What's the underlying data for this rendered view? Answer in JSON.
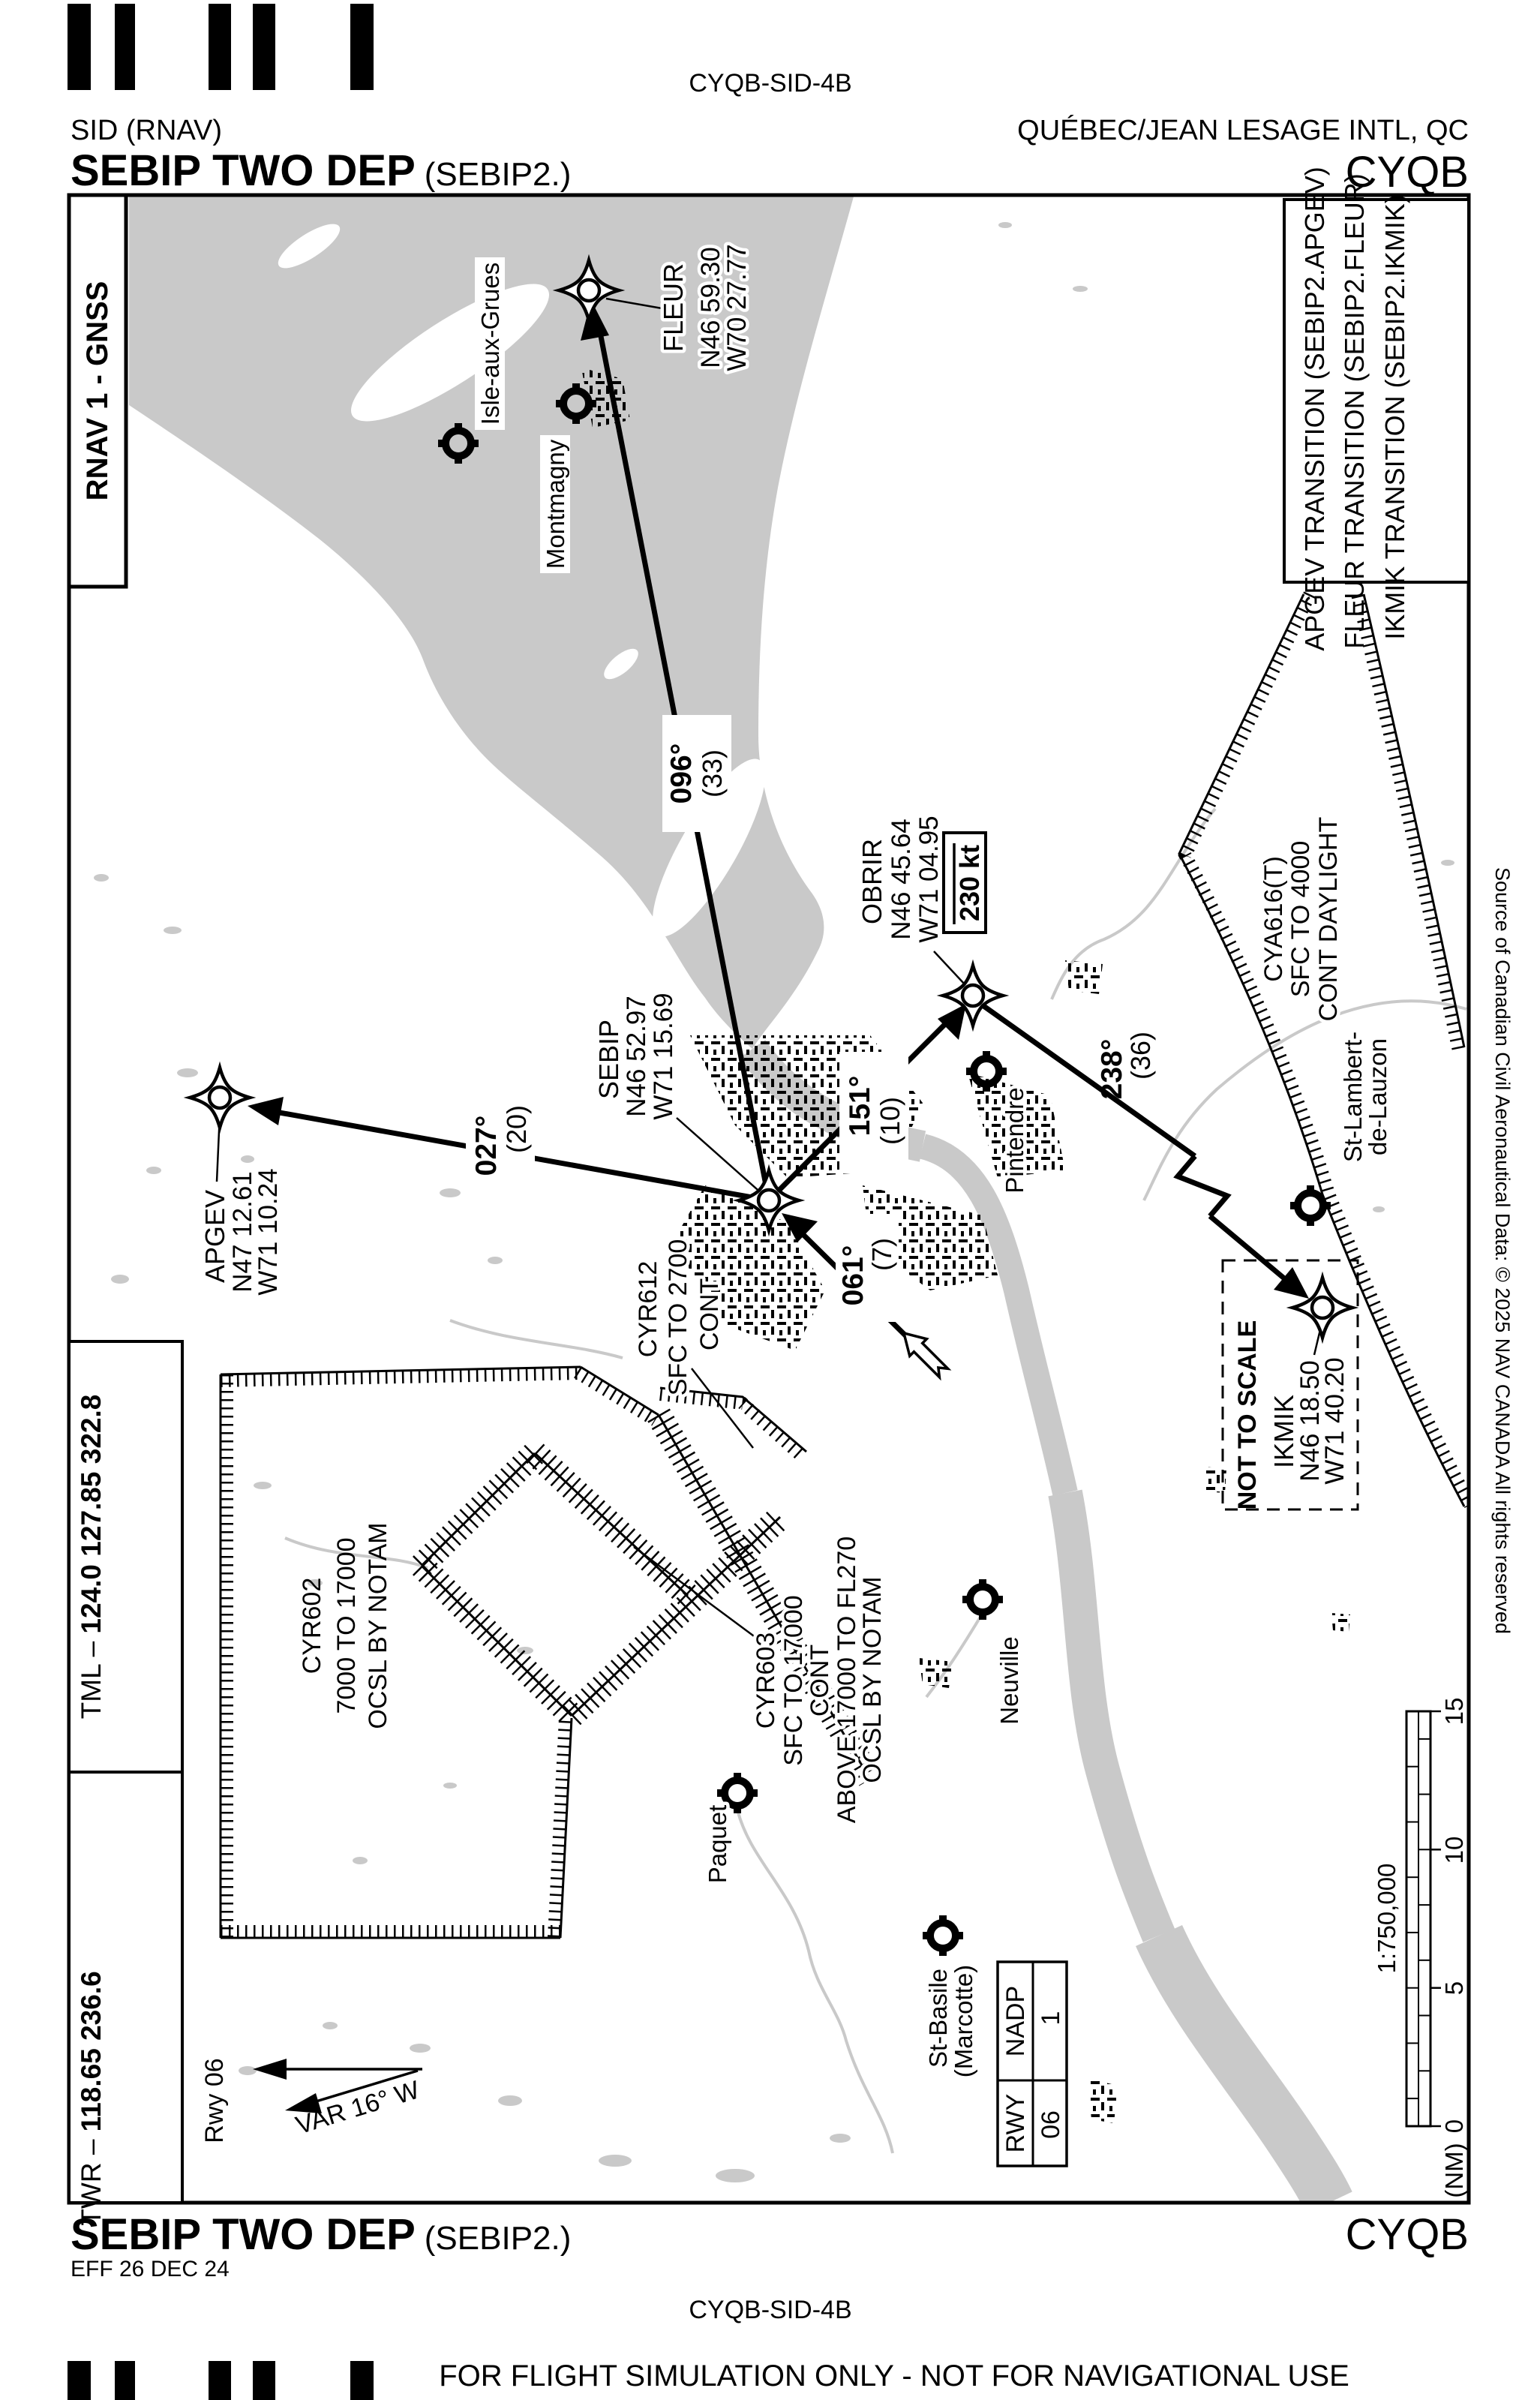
{
  "header": {
    "doc_code": "CYQB-SID-4B",
    "chart_type": "SID (RNAV)",
    "airport": "QUÉBEC/JEAN LESAGE INTL, QC",
    "title": "SEBIP TWO DEP",
    "title_suffix": "(SEBIP2.)",
    "icao": "CYQB"
  },
  "footer": {
    "title": "SEBIP TWO DEP",
    "title_suffix": "(SEBIP2.)",
    "icao": "CYQB",
    "effective": "EFF 26 DEC 24",
    "doc_code": "CYQB-SID-4B",
    "warning": "FOR FLIGHT SIMULATION ONLY - NOT FOR NAVIGATIONAL USE",
    "warning_color": "#FF0000"
  },
  "chart": {
    "rnav_box": "RNAV 1 - GNSS",
    "transitions": [
      "APGEV TRANSITION (SEBIP2.APGEV)",
      "FLEUR TRANSITION (SEBIP2.FLEUR)",
      "IKMIK TRANSITION (SEBIP2.IKMIK)"
    ],
    "source_note": "Source of Canadian Civil Aeronautical Data: © 2025 NAV CANADA All rights reserved",
    "frequencies": {
      "tml_label": "TML – ",
      "tml": "124.0  127.85  322.8",
      "twr_label": "TWR – ",
      "twr": "118.65  236.6"
    },
    "waypoints": [
      {
        "name": "FLEUR",
        "lat": "N46 59.30",
        "lon": "W70 27.77"
      },
      {
        "name": "APGEV",
        "lat": "N47 12.61",
        "lon": "W71 10.24"
      },
      {
        "name": "SEBIP",
        "lat": "N46 52.97",
        "lon": "W71 15.69"
      },
      {
        "name": "OBRIR",
        "lat": "N46 45.64",
        "lon": "W71 04.95"
      },
      {
        "name": "IKMIK",
        "lat": "N46 18.50",
        "lon": "W71 40.20"
      }
    ],
    "speed_restriction": "230 kt",
    "routes": [
      {
        "bearing": "096°",
        "dist": "(33)"
      },
      {
        "bearing": "027°",
        "dist": "(20)"
      },
      {
        "bearing": "151°",
        "dist": "(10)"
      },
      {
        "bearing": "061°",
        "dist": "(7)"
      },
      {
        "bearing": "238°",
        "dist": "(36)"
      }
    ],
    "cities": {
      "isle": "Isle-aux-Grues",
      "montmagny": "Montmagny",
      "pintendre": "Pintendre",
      "stlambert1": "St-Lambert-",
      "stlambert2": "de-Lauzon",
      "neuville": "Neuville",
      "paquet": "Paquet",
      "stbasile1": "St-Basile",
      "stbasile2": "(Marcotte)"
    },
    "airspaces": {
      "cyr602": {
        "id": "CYR602",
        "alt": "7000 TO 17000",
        "sched": "OCSL BY NOTAM"
      },
      "cyr612": {
        "id": "CYR612",
        "alt": "SFC TO 2700",
        "sched": "CONT"
      },
      "cyr603": {
        "id": "CYR603",
        "alt": "SFC TO 17000",
        "sched": "CONT",
        "extra1": "ABOVE 17000 TO FL270",
        "extra2": "OCSL BY NOTAM"
      },
      "cya616": {
        "id": "CYA616(T)",
        "alt": "SFC TO 4000",
        "sched": "CONT DAYLIGHT"
      }
    },
    "not_to_scale": "NOT TO SCALE",
    "var_label": "VAR 16° W",
    "rwy_label": "Rwy 06",
    "table": {
      "col1": "RWY",
      "col2": "NADP",
      "val1": "06",
      "val2": "1"
    },
    "scale": {
      "ratio": "1:750,000",
      "unit": "(NM)",
      "t0": "0",
      "t5": "5",
      "t10": "10",
      "t15": "15"
    }
  }
}
